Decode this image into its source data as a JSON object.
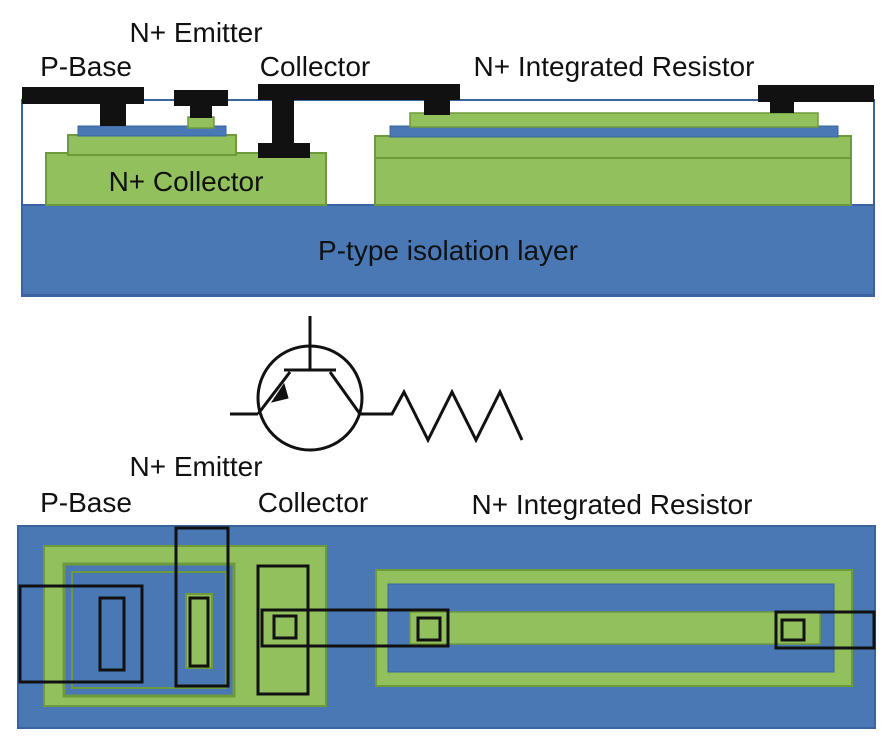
{
  "colors": {
    "blue": "#4a78b5",
    "blue_edge": "#3a64a0",
    "green": "#92c05c",
    "green_edge": "#6f9a3c",
    "metal": "#111111",
    "outline": "#111111"
  },
  "cross_section": {
    "labels": {
      "emitter": "N+ Emitter",
      "base": "P-Base",
      "collector": "Collector",
      "resistor": "N+ Integrated Resistor",
      "n_collector": "N+ Collector",
      "isolation": "P-type isolation layer"
    }
  },
  "symbol": {
    "description_icons": [
      "npn-transistor-icon",
      "resistor-icon"
    ]
  },
  "layout_view": {
    "labels": {
      "emitter": "N+ Emitter",
      "base": "P-Base",
      "collector": "Collector",
      "resistor": "N+ Integrated Resistor"
    }
  }
}
